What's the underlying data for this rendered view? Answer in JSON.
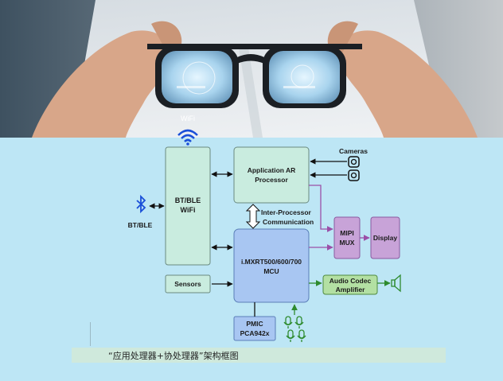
{
  "labels": {
    "wifi_top": "WiFi",
    "btble_wifi_line1": "BT/BLE",
    "btble_wifi_line2": "WiFi",
    "bt_ble": "BT/BLE",
    "app_ar_line1": "Application AR",
    "app_ar_line2": "Processor",
    "cameras": "Cameras",
    "inter_line1": "Inter-Processor",
    "inter_line2": "Communication",
    "mipi_line1": "MIPI",
    "mipi_line2": "MUX",
    "display": "Display",
    "mcu_line1": "i.MXRT500/600/700",
    "mcu_line2": "MCU",
    "sensors": "Sensors",
    "audio_line1": "Audio Codec",
    "audio_line2": "Amplifier",
    "pmic_line1": "PMIC",
    "pmic_line2": "PCA942x",
    "caption": "“应用处理器+协处理器”架构框图"
  },
  "colors": {
    "diagram_bg": "#bde6f5",
    "ar_box": "#c9ecdf",
    "btble_box": "#c9ecdf",
    "mcu_box": "#a8c6f2",
    "mipi_box": "#c8a3d8",
    "audio_box": "#b3e0a3",
    "pmic_box": "#a8c6f2",
    "connector": "#9b4fa8",
    "mic": "#2e8b2e"
  }
}
